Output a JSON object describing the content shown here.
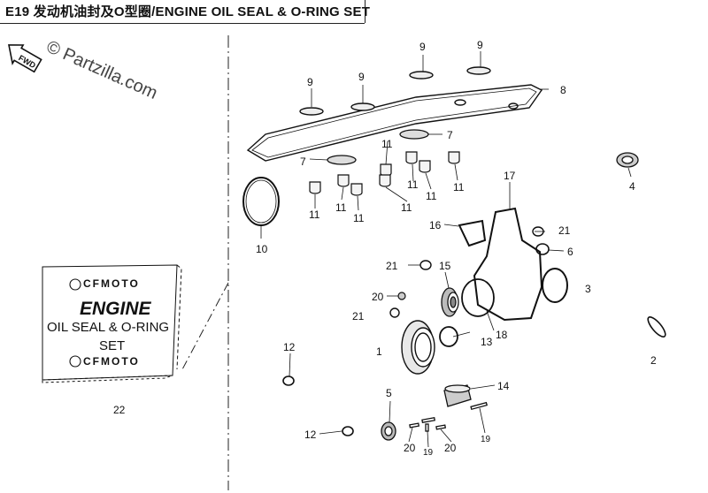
{
  "header": {
    "title": "E19 发动机油封及O型圈/ENGINE OIL SEAL & O-RING SET"
  },
  "watermark": {
    "text": "© Partzilla.com"
  },
  "fwd_badge": {
    "text": "FWD"
  },
  "package": {
    "brand_top": "CFMOTO",
    "line1": "ENGINE",
    "line2": "OIL SEAL & O-RING",
    "line3": "SET",
    "brand_bottom": "CFMOTO"
  },
  "callouts": {
    "c9a": "9",
    "c9b": "9",
    "c9c": "9",
    "c9d": "9",
    "c8": "8",
    "c7a": "7",
    "c7b": "7",
    "c11a": "11",
    "c11b": "11",
    "c11c": "11",
    "c11d": "11",
    "c11e": "11",
    "c11f": "11",
    "c11g": "11",
    "c11h": "11",
    "c4": "4",
    "c10": "10",
    "c17": "17",
    "c16": "16",
    "c21a": "21",
    "c21b": "21",
    "c21c": "21",
    "c6": "6",
    "c15": "15",
    "c3": "3",
    "c20a": "20",
    "c20b": "20",
    "c20c": "20",
    "c18": "18",
    "c13": "13",
    "c1": "1",
    "c2": "2",
    "c12a": "12",
    "c12b": "12",
    "c14": "14",
    "c5": "5",
    "c19a": "19",
    "c19b": "19",
    "c22": "22"
  }
}
